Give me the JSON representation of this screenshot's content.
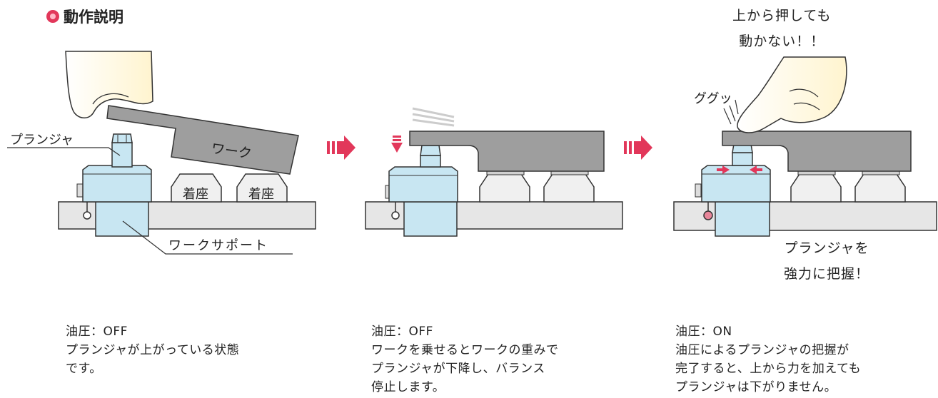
{
  "header": {
    "title": "動作説明"
  },
  "labels": {
    "plunger": "プランジャ",
    "work": "ワーク",
    "seat_left": "着座",
    "seat_right": "着座",
    "work_support": "ワークサポート",
    "gugu": "ググッ",
    "top_note": "上から押しても\n動かない！！",
    "grip_note": "プランジャを\n強力に把握！"
  },
  "captions": {
    "step1": "油圧：OFF\nプランジャが上がっている状態\nです。",
    "step2": "油圧：OFF\nワークを乗せるとワークの重みで\nプランジャが下降し、バランス\n停止します。",
    "step3": "油圧：ON\n油圧によるプランジャの把握が\n完了すると、上から力を加えても\nプランジャは下がりません。"
  },
  "colors": {
    "accent": "#e2375a",
    "body_blue": "#c8e6f2",
    "work_gray": "#9e9e9e",
    "base_gray": "#e6e6e6"
  }
}
